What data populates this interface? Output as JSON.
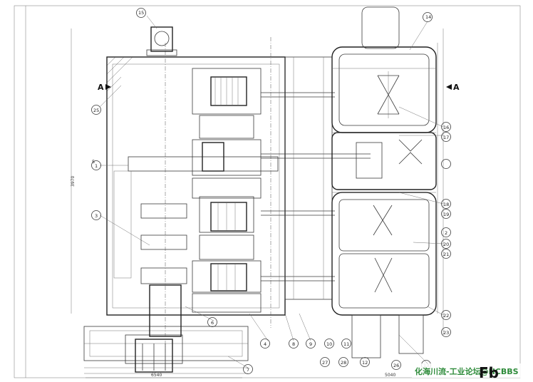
{
  "drawing": {
    "section_left": "A",
    "section_right": "A",
    "watermark": "化海川流-工业论坛@HCBBS",
    "logo": "Fb"
  },
  "callouts": [
    {
      "id": "c14",
      "label": "14"
    },
    {
      "id": "c15",
      "label": "15"
    },
    {
      "id": "c5",
      "label": "5"
    },
    {
      "id": "c25",
      "label": "25"
    },
    {
      "id": "c1",
      "label": "1"
    },
    {
      "id": "c3",
      "label": "3"
    },
    {
      "id": "c4",
      "label": "4"
    },
    {
      "id": "c6",
      "label": "6"
    },
    {
      "id": "c7",
      "label": "7"
    },
    {
      "id": "c8",
      "label": "8"
    },
    {
      "id": "c9",
      "label": "9"
    },
    {
      "id": "c10",
      "label": "10"
    },
    {
      "id": "c11",
      "label": "11"
    },
    {
      "id": "c12",
      "label": "12"
    },
    {
      "id": "c13",
      "label": "13"
    },
    {
      "id": "c16",
      "label": "16"
    },
    {
      "id": "c17",
      "label": "17"
    },
    {
      "id": "c18",
      "label": "18"
    },
    {
      "id": "c19",
      "label": "19"
    },
    {
      "id": "c2",
      "label": "2"
    },
    {
      "id": "c20",
      "label": "20"
    },
    {
      "id": "c21",
      "label": "21"
    },
    {
      "id": "c22",
      "label": "22"
    },
    {
      "id": "c23",
      "label": "23"
    },
    {
      "id": "c26",
      "label": "26"
    },
    {
      "id": "c27",
      "label": "27"
    },
    {
      "id": "c28",
      "label": "28"
    }
  ],
  "dimensions": {
    "total_width": "6540",
    "right_flange": "5040",
    "mid_height": "3970"
  }
}
